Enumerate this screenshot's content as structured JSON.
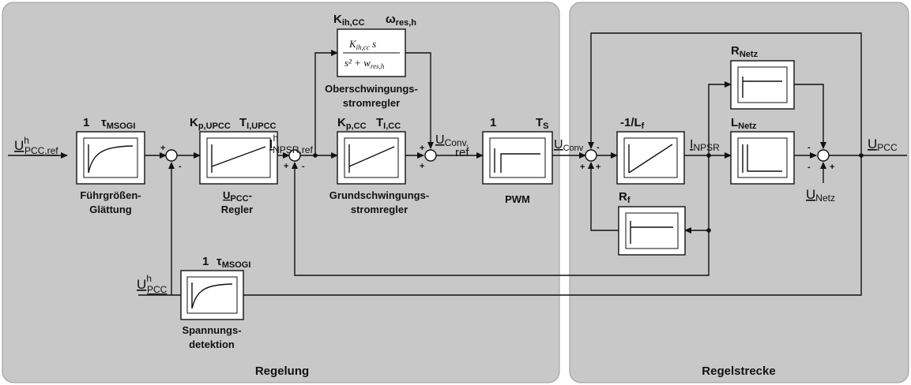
{
  "regions": {
    "left_title": "Regelung",
    "right_title": "Regelstrecke"
  },
  "blocks": {
    "fuehrung": {
      "gain": "1",
      "param_main": "τ",
      "param_sub": "MSOGI",
      "caption1": "Führgrößen-",
      "caption2": "Glättung"
    },
    "upcc_regler": {
      "p1_main": "K",
      "p1_sub": "p,UPCC",
      "p2_main": "T",
      "p2_sub": "I,UPCC",
      "caption1_main": "U",
      "caption1_sub": "PCC",
      "caption1_tail": "-",
      "caption2": "Regler"
    },
    "ober": {
      "p1_main": "K",
      "p1_sub": "ih,CC",
      "p2_main": "ω",
      "p2_sub": "res,h",
      "caption1": "Oberschwingungs-",
      "caption2": "stromregler"
    },
    "grund": {
      "p1_main": "K",
      "p1_sub": "p,CC",
      "p2_main": "T",
      "p2_sub": "I,CC",
      "caption1": "Grundschwingungs-",
      "caption2": "stromregler"
    },
    "pwm": {
      "gain": "1",
      "p_main": "T",
      "p_sub": "S",
      "caption": "PWM"
    },
    "lf": {
      "label_main": "-1/L",
      "label_sub": "f"
    },
    "rnetz": {
      "label_main": "R",
      "label_sub": "Netz"
    },
    "lnetz": {
      "label_main": "L",
      "label_sub": "Netz"
    },
    "rf": {
      "label_main": "R",
      "label_sub": "f"
    },
    "detect": {
      "gain": "1",
      "param_main": "τ",
      "param_sub": "MSOGI",
      "caption1": "Spannungs-",
      "caption2": "detektion"
    }
  },
  "signals": {
    "u_ref": {
      "main": "U",
      "sup": "h",
      "sub": "PCC,ref"
    },
    "i_ref": {
      "main": "I",
      "sup": "h",
      "sub": "NPSR,ref"
    },
    "u_conv_ref": {
      "main": "U",
      "sub1": "Conv,",
      "sub2": "ref"
    },
    "u_conv": {
      "main": "U",
      "sub": "Conv"
    },
    "i_npsr": {
      "main": "I",
      "sub": "NPSR"
    },
    "u_pcc_out": {
      "main": "U",
      "sub": "PCC"
    },
    "u_netz": {
      "main": "U",
      "sub": "Netz"
    },
    "u_pcc_h": {
      "main": "U",
      "sup": "h",
      "sub": "PCC"
    }
  },
  "transfer_function": {
    "num_k": "K",
    "num_k_sub": "ih,cc",
    "num_s": " s",
    "den": "s² + w",
    "den_sub": "res,h"
  },
  "signs": {
    "plus": "+",
    "minus": "-"
  },
  "colors": {
    "panel_fill": "#c8c8c8",
    "panel_stroke": "#9a9a9a",
    "line": "#111111"
  }
}
